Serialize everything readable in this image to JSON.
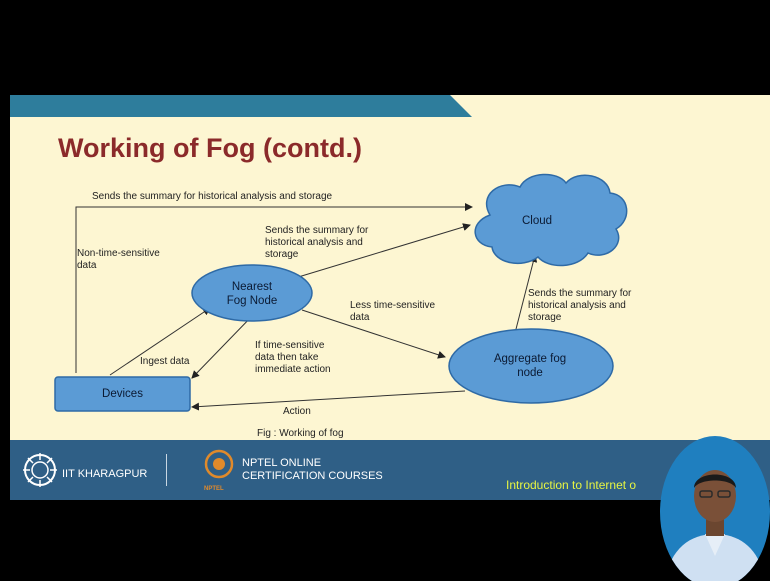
{
  "slide": {
    "title": "Working of Fog (contd.)",
    "caption": "Fig : Working of fog"
  },
  "nodes": {
    "cloud": "Cloud",
    "nearest_fog_node": "Nearest\nFog Node",
    "aggregate_fog_node": "Aggregate fog\nnode",
    "devices": "Devices"
  },
  "labels": {
    "top_summary": "Sends the summary for historical analysis and storage",
    "non_time_sensitive": "Non-time-sensitive\ndata",
    "fog_to_cloud_summary": "Sends the summary for\nhistorical analysis and\nstorage",
    "less_time_sensitive": "Less time-sensitive\ndata",
    "aggregate_to_cloud_summary": "Sends the summary for\nhistorical analysis and\nstorage",
    "ingest_data": "Ingest data",
    "time_sensitive": "If time-sensitive\ndata then take\nimmediate action",
    "action": "Action"
  },
  "footer": {
    "institute": "IIT KHARAGPUR",
    "nptel_line1": "NPTEL ONLINE",
    "nptel_line2": "CERTIFICATION COURSES",
    "nptel_logo_text": "NPTEL",
    "course": "Introduction to Internet o"
  },
  "colors": {
    "slide_bg": "#fdf6d2",
    "title": "#8b2a2a",
    "node_fill": "#5b9bd5",
    "node_stroke": "#2e6aa6",
    "topbar": "#2e7d9c",
    "footer": "#2f5f86",
    "course_text": "#e7f542"
  }
}
